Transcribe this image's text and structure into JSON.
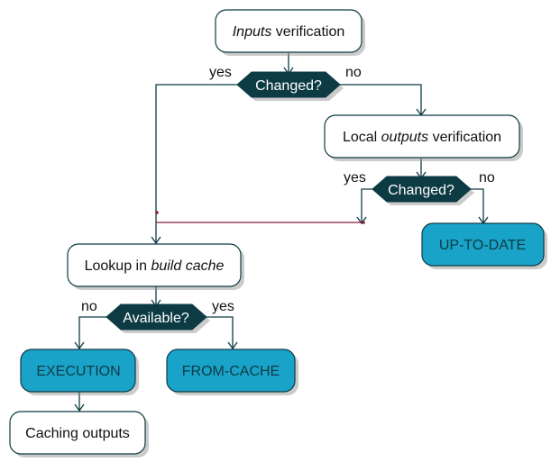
{
  "nodes": {
    "inputs_verification": {
      "em": "Inputs",
      "text": " verification"
    },
    "changed_1": {
      "label": "Changed?",
      "yes": "yes",
      "no": "no"
    },
    "local_outputs_verification": {
      "pre": "Local ",
      "em": "outputs",
      "post": " verification"
    },
    "changed_2": {
      "label": "Changed?",
      "yes": "yes",
      "no": "no"
    },
    "up_to_date": {
      "label": "UP-TO-DATE"
    },
    "lookup_build_cache": {
      "pre": "Lookup in ",
      "em": "build cache"
    },
    "available": {
      "label": "Available?",
      "no": "no",
      "yes": "yes"
    },
    "execution": {
      "label": "EXECUTION"
    },
    "from_cache": {
      "label": "FROM-CACHE"
    },
    "caching_outputs": {
      "label": "Caching outputs"
    }
  },
  "colors": {
    "state_fill": "#1aa3c9",
    "decision_fill": "#0d3b44",
    "stroke": "#0d3b44",
    "merge_line": "#8a1c3c"
  }
}
